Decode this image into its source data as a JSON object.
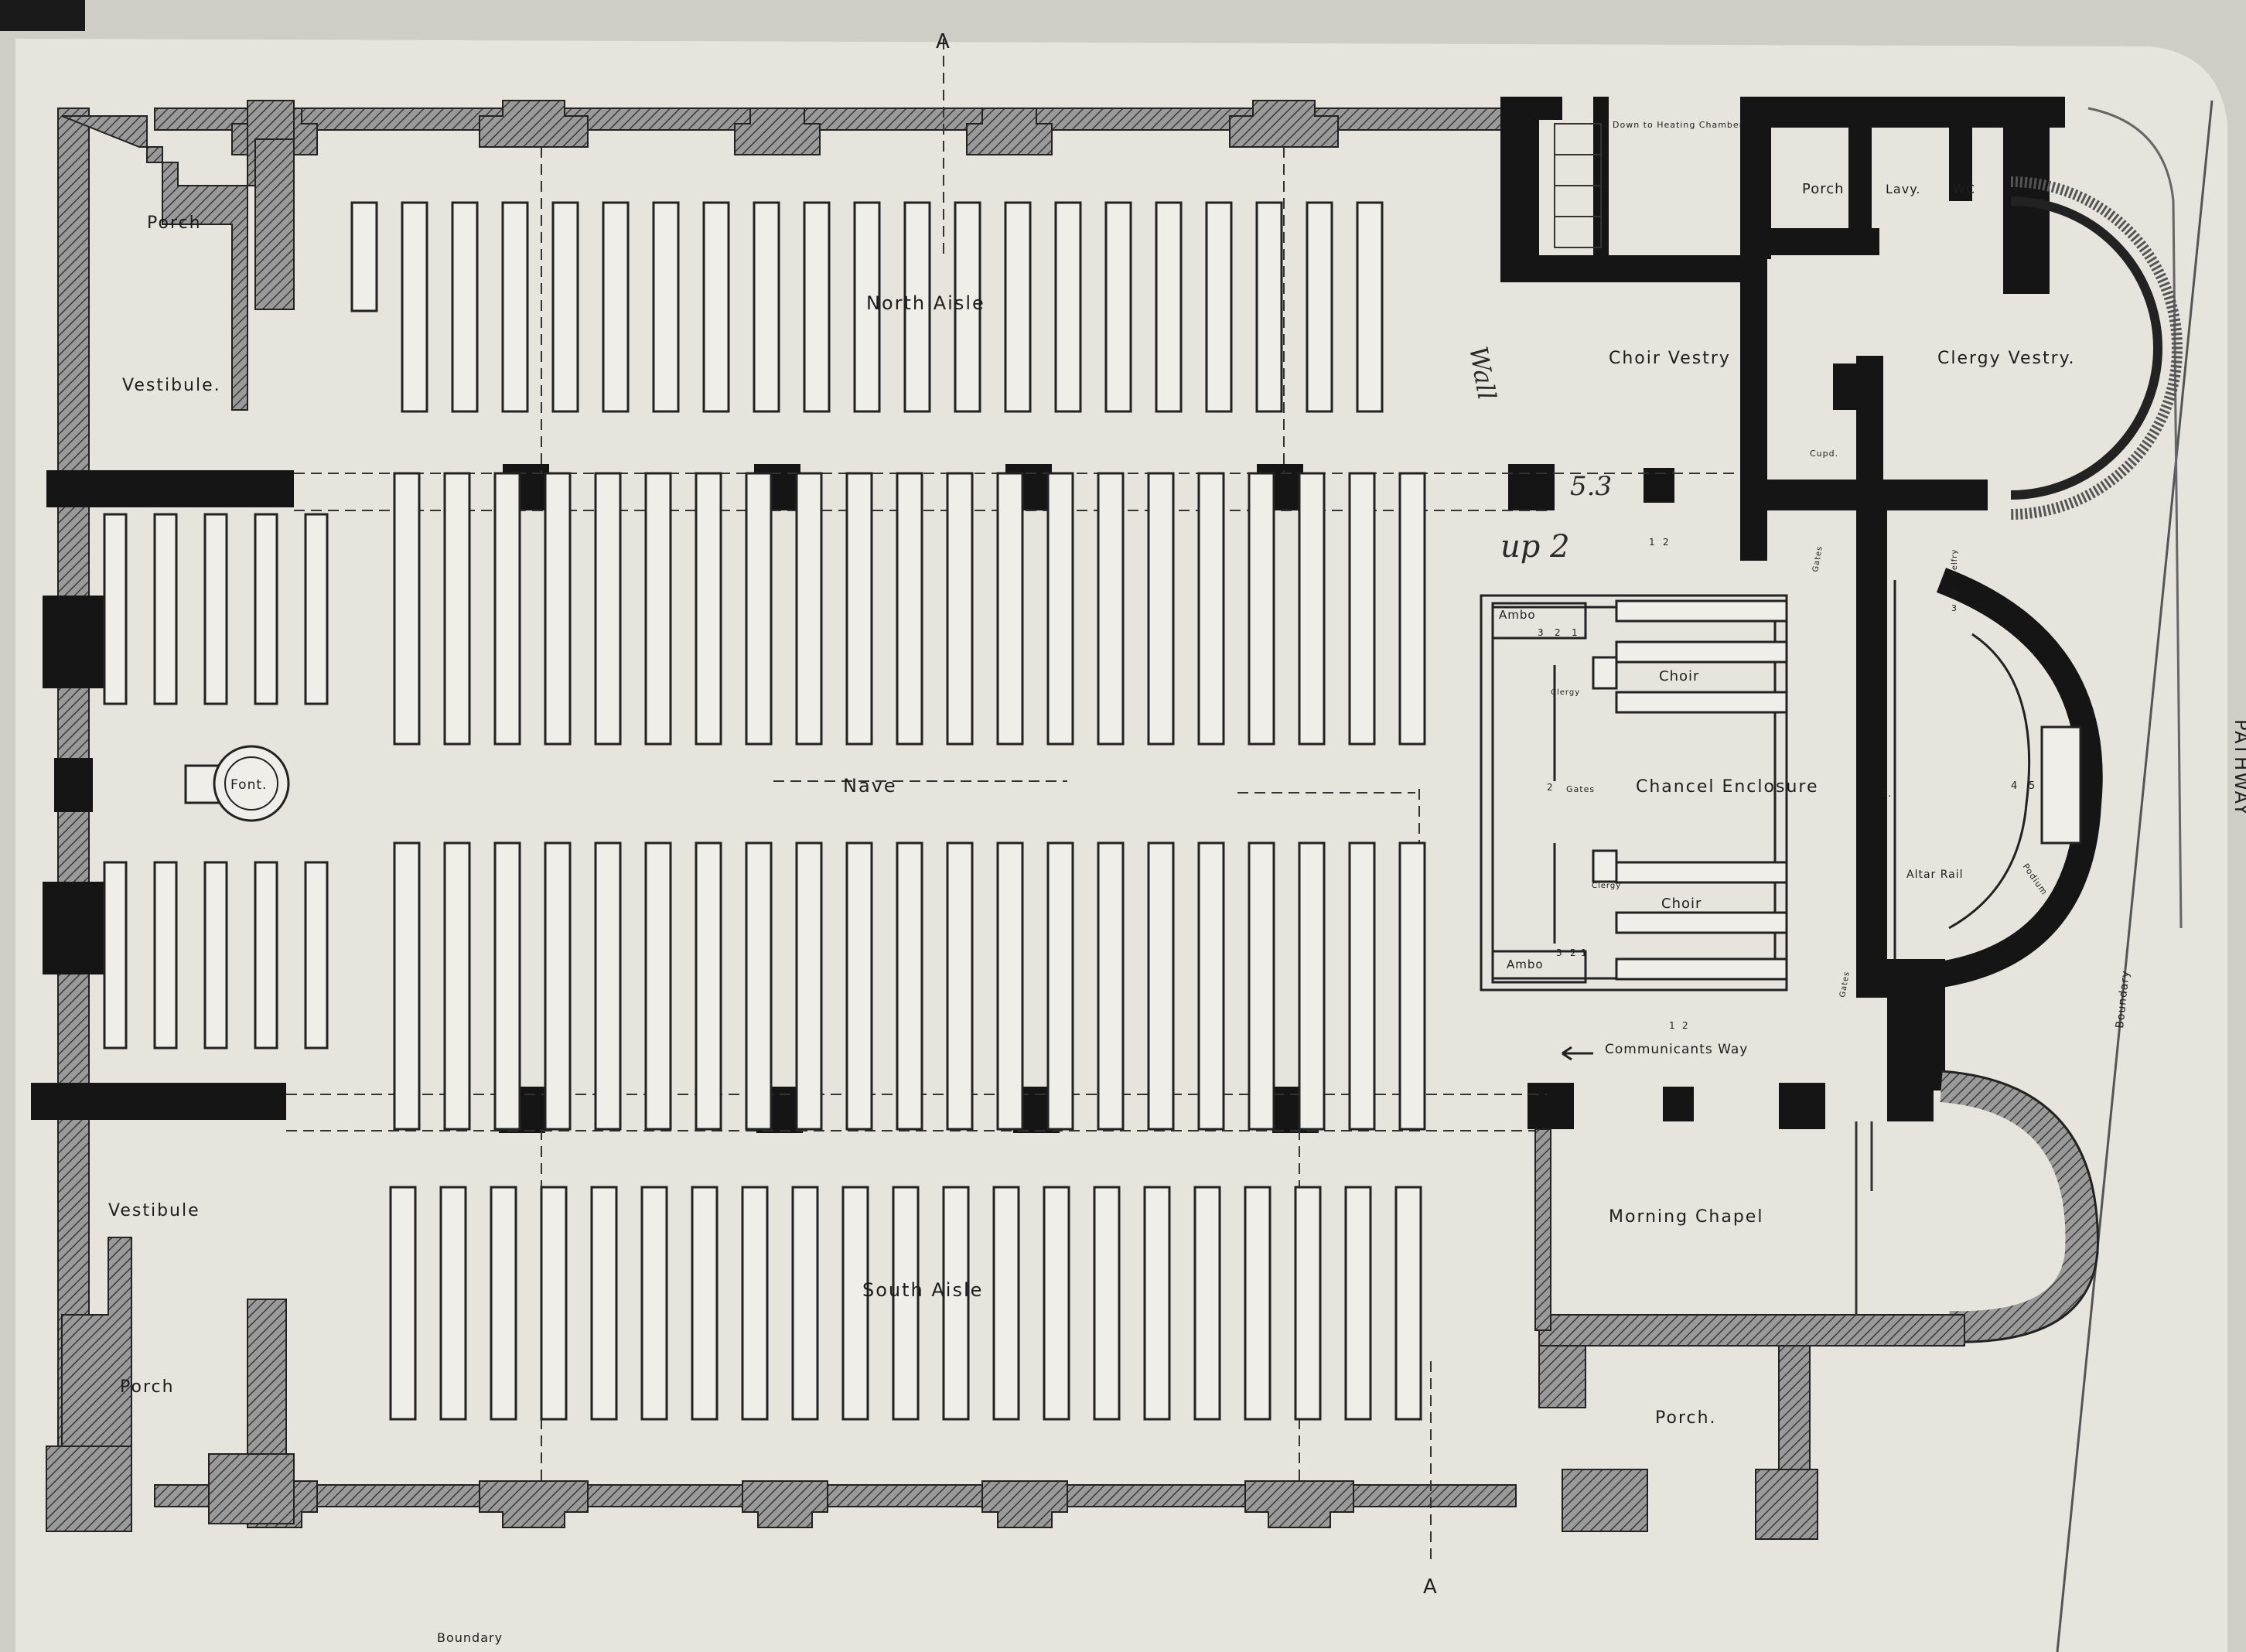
{
  "rooms": {
    "north_aisle": "North Aisle",
    "nave": "Nave",
    "south_aisle": "South Aisle",
    "porch_nw": "Porch",
    "vestibule_nw": "Vestibule.",
    "vestibule_sw": "Vestibule",
    "porch_sw": "Porch",
    "font": "Font.",
    "down_heating": "Down to Heating Chamber",
    "porch_ne": "Porch",
    "lavatory": "Lavy.",
    "wc": "WC",
    "choir_vestry": "Choir Vestry",
    "clergy_vestry": "Clergy Vestry.",
    "cupd": "Cupd.",
    "chancel": "Chancel Enclosure",
    "choir_top": "Choir",
    "choir_bottom": "Choir",
    "ambo_top": "Ambo",
    "ambo_bottom": "Ambo",
    "clergy_top": "Clergy",
    "clergy_bottom": "Clergy",
    "gates_left": "Gates",
    "gates_right_top": "Gates",
    "gates_right_bottom": "Gates",
    "altar_rail": "Altar Rail",
    "podium": "Podium",
    "belfry": "Belfry",
    "communicants_way": "Communicants Way",
    "morning_chapel": "Morning Chapel",
    "porch_se": "Porch.",
    "pathway": "PATHWAY",
    "boundary_right": "Boundary",
    "boundary_bottom": "Boundary"
  },
  "section_markers": {
    "top": "A",
    "bottom": "A"
  },
  "handwritten": {
    "note1": "5.3",
    "note2": "up 2",
    "note3": "Wall"
  },
  "numbers": {
    "ambo_top_a": "3",
    "ambo_top_b": "2",
    "ambo_top_c": "1",
    "ambo_bot_a": "3",
    "ambo_bot_b": "2",
    "ambo_bot_c": "1",
    "gates_num": "2",
    "cw_a": "1",
    "cw_b": "2",
    "step_a": "1",
    "step_b": "2",
    "sanct_a": "3.",
    "sanct_b": "4",
    "sanct_c": "5",
    "belfry_a": "5",
    "belfry_b": "3"
  },
  "colors": {
    "paper": "#e8e6df",
    "ink": "#151515",
    "hatch": "#6a6a6a",
    "background": "#cfcdc6"
  }
}
